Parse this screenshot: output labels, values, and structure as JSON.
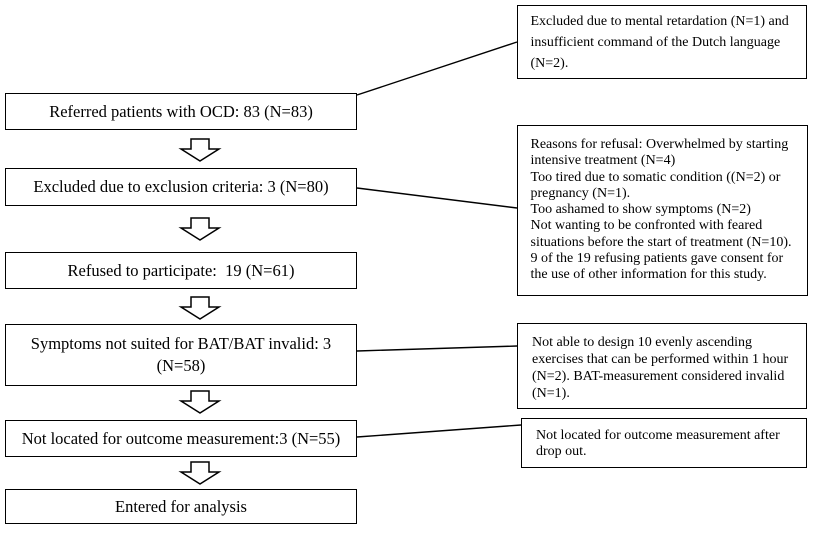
{
  "main_steps": [
    {
      "lines": [
        "Referred patients with OCD: 83 (N=83)"
      ]
    },
    {
      "lines": [
        "Excluded due to exclusion criteria: 3 (N=80)"
      ]
    },
    {
      "lines": [
        "Refused to participate:  19 (N=61)"
      ]
    },
    {
      "lines": [
        "Symptoms not suited for BAT/BAT invalid: 3",
        "(N=58)"
      ]
    },
    {
      "lines": [
        "Not located for outcome measurement:3 (N=55)"
      ]
    },
    {
      "lines": [
        "Entered for analysis"
      ]
    }
  ],
  "side_notes": [
    {
      "lines": [
        "Excluded due to mental retardation (N=1) and",
        "insufficient command of the Dutch language",
        "(N=2)."
      ]
    },
    {
      "lines": [
        "Reasons for refusal: Overwhelmed by starting",
        "intensive treatment (N=4)",
        "Too tired due to somatic condition ((N=2) or",
        "pregnancy (N=1).",
        "Too ashamed to show symptoms (N=2)",
        "Not wanting to be confronted with feared",
        "situations before the start of treatment (N=10).",
        "9 of the 19 refusing patients gave consent for",
        "the use of other information for this study."
      ]
    },
    {
      "lines": [
        "Not able to design 10 evenly ascending",
        "exercises that can be performed within 1 hour",
        "(N=2). BAT-measurement considered invalid",
        "(N=1)."
      ]
    },
    {
      "lines": [
        "Not located for outcome measurement after",
        "drop out."
      ]
    }
  ]
}
